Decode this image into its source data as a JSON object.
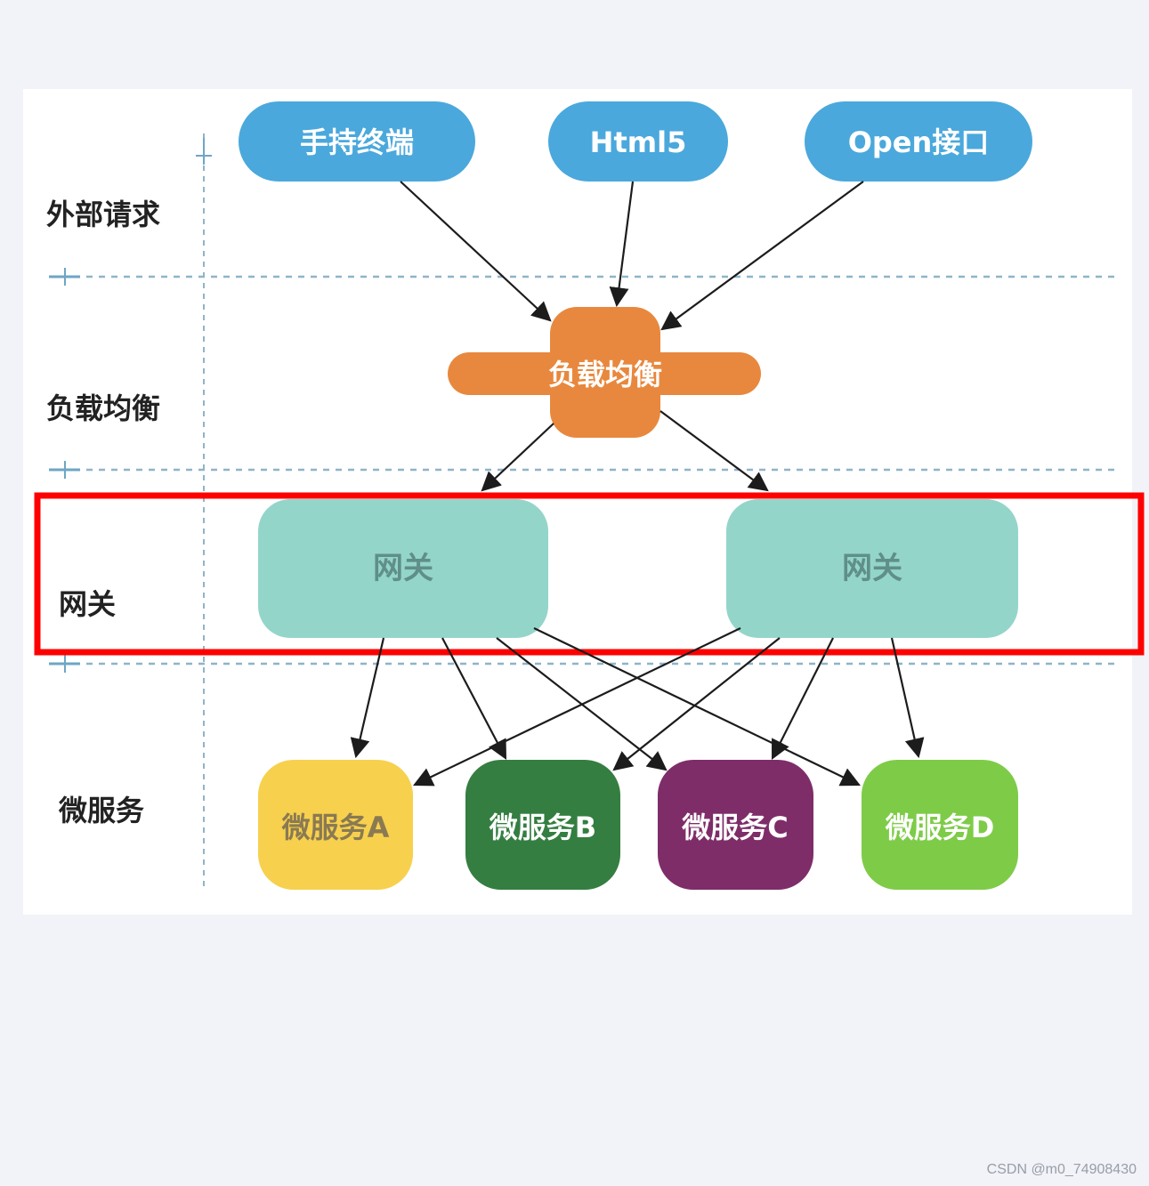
{
  "layers": {
    "external": "外部请求",
    "load_balancer": "负载均衡",
    "gateway": "网关",
    "microservice": "微服务"
  },
  "clients": {
    "handheld": "手持终端",
    "html5": "Html5",
    "open_api": "Open接口"
  },
  "load_balancer_label": "负载均衡",
  "gateways": {
    "left": "网关",
    "right": "网关"
  },
  "services": {
    "a": "微服务A",
    "b": "微服务B",
    "c": "微服务C",
    "d": "微服务D"
  },
  "colors": {
    "client": "#4aa8dc",
    "load_balancer": "#e8883e",
    "gateway": "#94d5ca",
    "gateway_text": "#5f8f88",
    "service_a": "#f7d04e",
    "service_b": "#347e41",
    "service_c": "#7e2d69",
    "service_d": "#7ecb48",
    "highlight": "#ff0000",
    "guide": "#8fb4c8"
  },
  "watermark": "CSDN @m0_74908430"
}
